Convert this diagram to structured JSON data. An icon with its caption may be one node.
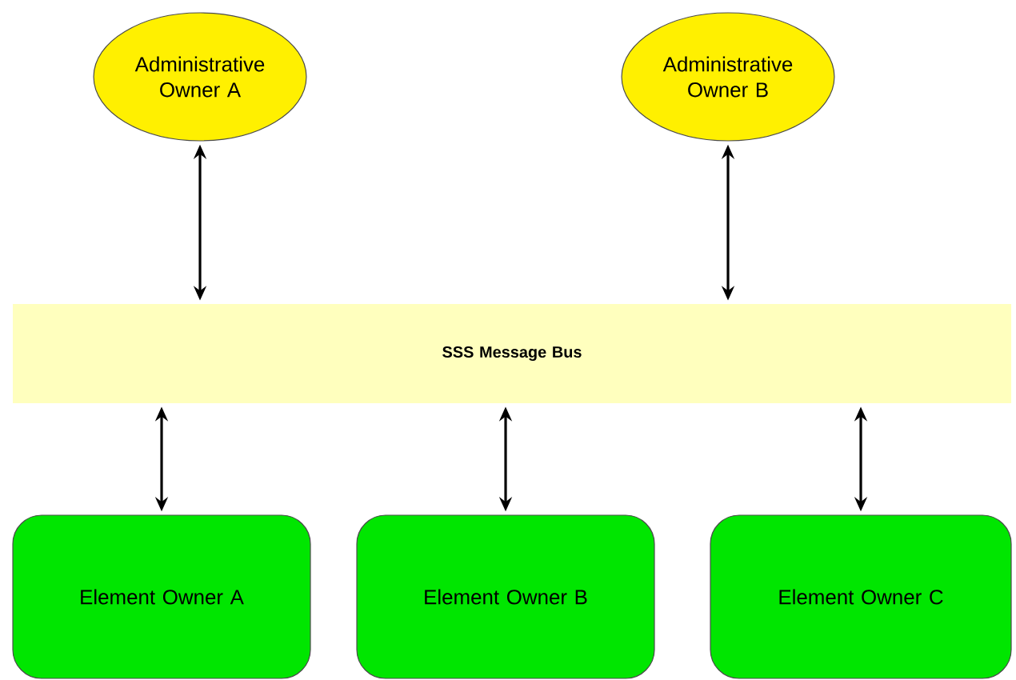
{
  "diagram": {
    "nodes": [
      {
        "text": [
          "Administrative Owner A"
        ]
      },
      {
        "text": [
          "Administrative Owner B"
        ]
      },
      {
        "text": [
          "SSS Message Bus"
        ]
      },
      {
        "text": [
          "Element Owner A"
        ]
      },
      {
        "text": [
          "Element Owner B"
        ]
      },
      {
        "text": [
          "Element Owner C"
        ]
      }
    ],
    "edges": [
      {
        "from": 0,
        "to": 2,
        "arrow": "both"
      },
      {
        "from": 1,
        "to": 2,
        "arrow": "both"
      },
      {
        "from": 2,
        "to": 3,
        "arrow": "both"
      },
      {
        "from": 2,
        "to": 4,
        "arrow": "both"
      },
      {
        "from": 2,
        "to": 5,
        "arrow": "both"
      }
    ]
  }
}
